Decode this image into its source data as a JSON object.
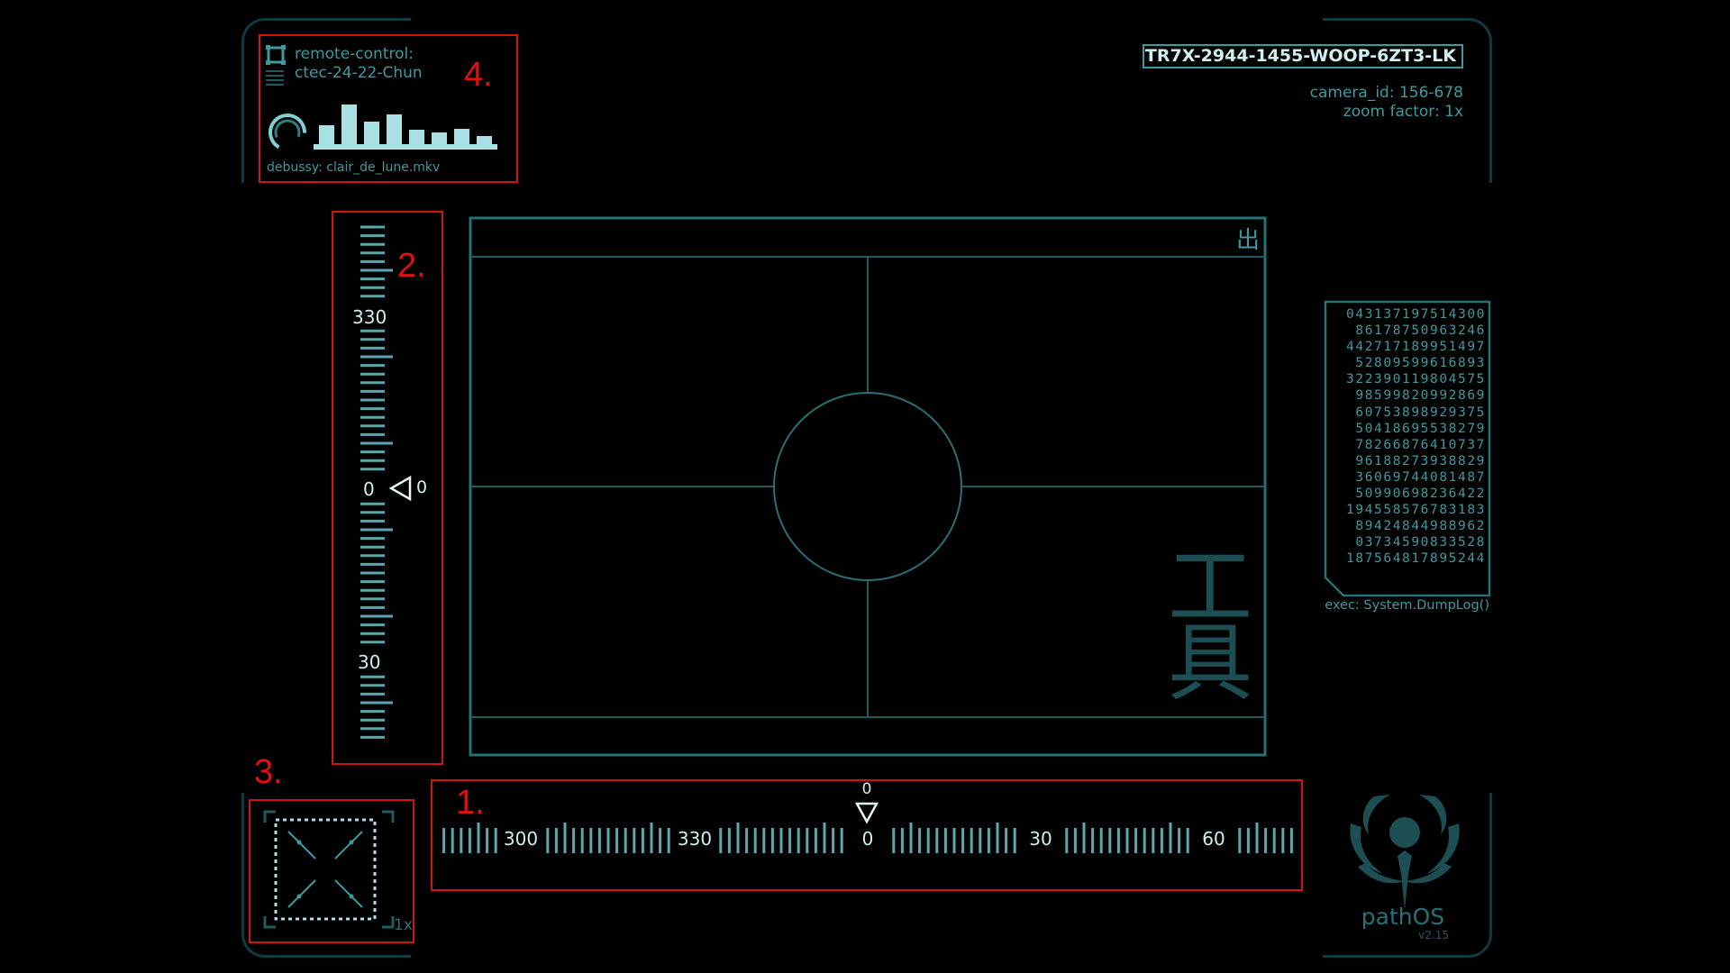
{
  "remote": {
    "label_line1": "remote-control:",
    "label_line2": "ctec-24-22-Chun",
    "track": "debussy: clair_de_lune.mkv",
    "bars": [
      0.45,
      0.95,
      0.55,
      0.72,
      0.35,
      0.28,
      0.38,
      0.2
    ]
  },
  "header": {
    "code": "TR7X-2944-1455-WOOP-6ZT3-LK",
    "camera_id": "camera_id: 156-678",
    "zoom": "zoom factor: 1x"
  },
  "pitch_scale": {
    "label_330": "330",
    "label_0": "0",
    "label_30": "30",
    "pointer_value": "0"
  },
  "heading_scale": {
    "labels": [
      "300",
      "330",
      "0",
      "30",
      "60"
    ],
    "pointer_value": "0"
  },
  "viewport": {
    "corner_glyph": "出",
    "kanji": [
      "工",
      "具"
    ]
  },
  "log": {
    "lines": [
      "043137197514300",
      "861787509632 46",
      "442717189951497",
      "528095996168 93",
      "322390119804575",
      "985998209928 69",
      "607538989293 75",
      "504186955382 79",
      "782668764107 37",
      "961882739388 29",
      "360697440814 87",
      "509906982364 22",
      "194558576783183",
      "894248449889 62",
      "037345908335 28",
      "187564817895244"
    ],
    "exec": "exec: System.DumpLog()"
  },
  "zoom_widget": {
    "label": "1x"
  },
  "annotations": [
    "1.",
    "2.",
    "3.",
    "4."
  ],
  "brand": {
    "name": "pathOS",
    "version": "v2.15"
  },
  "colors": {
    "accent": "#3f9aa0",
    "dim": "#0f3a40",
    "light": "#cfeff0",
    "highlight": "#d01414"
  }
}
